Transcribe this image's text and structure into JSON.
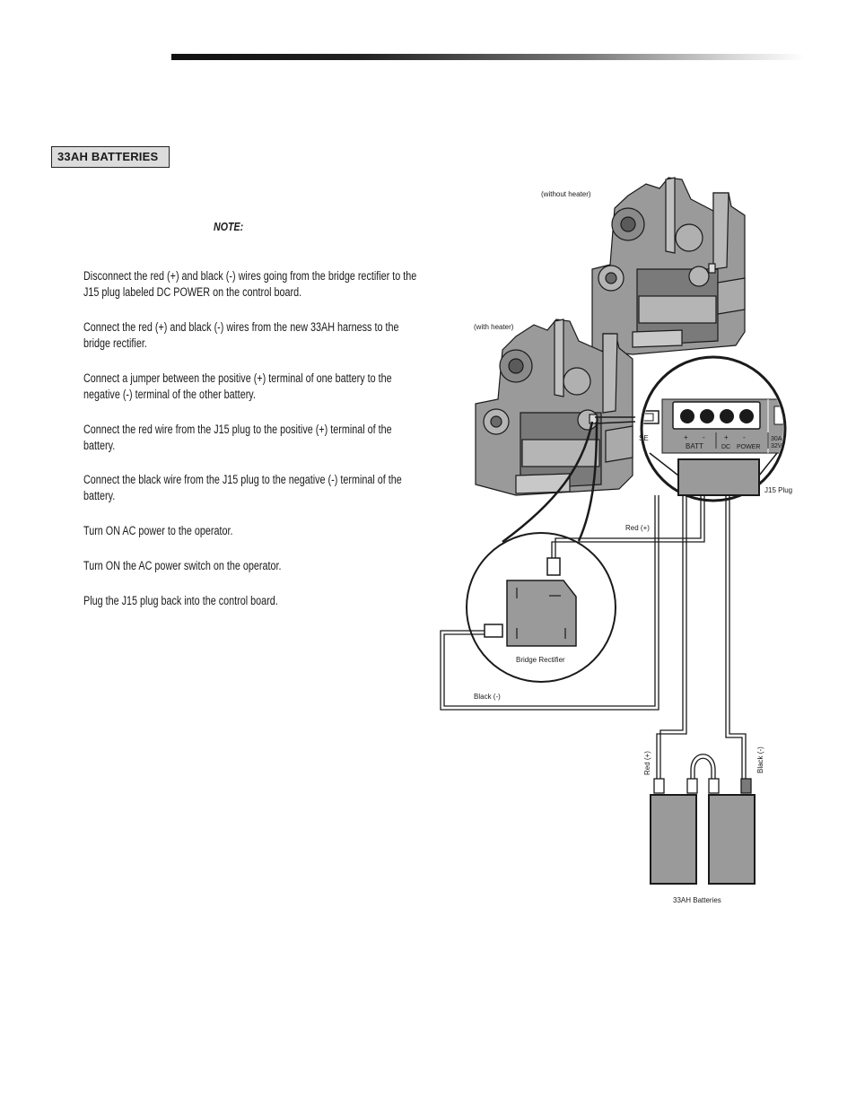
{
  "header": {
    "section_title": "33AH BATTERIES",
    "note_label": "NOTE:"
  },
  "steps": [
    "Disconnect the red (+) and black (-) wires going from the bridge rectifier to the J15 plug labeled DC POWER on the control board.",
    "Connect the red (+) and black (-) wires from the new 33AH harness to the bridge rectifier.",
    "Connect a jumper between the positive (+) terminal of one battery to the negative (-) terminal of the other battery.",
    "Connect the red wire from the J15 plug to the positive (+) terminal of the battery.",
    "Connect the black wire from the J15 plug to the negative (-) terminal of the battery.",
    "Turn ON AC power to the operator.",
    "Turn ON the AC power switch on the operator.",
    "Plug the J15 plug back into the control board."
  ],
  "diagram": {
    "label_without_heater": "(without heater)",
    "label_with_heater": "(with heater)",
    "board_fuse": "SE",
    "board_batt_plus": "+",
    "board_batt_minus": "-",
    "board_batt": "BATT",
    "board_dc_plus": "+",
    "board_dc_minus": "-",
    "board_dc": "DC",
    "board_power": "POWER",
    "board_fuse_rating_a": "30A",
    "board_fuse_rating_v": "32V",
    "label_j15": "J15 Plug",
    "label_red_top": "Red (+)",
    "label_black_left": "Black (-)",
    "label_bridge": "Bridge Rectifier",
    "label_red_vertical": "Red (+)",
    "label_black_vertical": "Black (-)",
    "label_batteries": "33AH Batteries"
  },
  "colors": {
    "ink": "#1a1a1a",
    "box_fill": "#dcdcdc",
    "part_gray": "#9a9a9a",
    "part_dark": "#6e6e6e"
  }
}
